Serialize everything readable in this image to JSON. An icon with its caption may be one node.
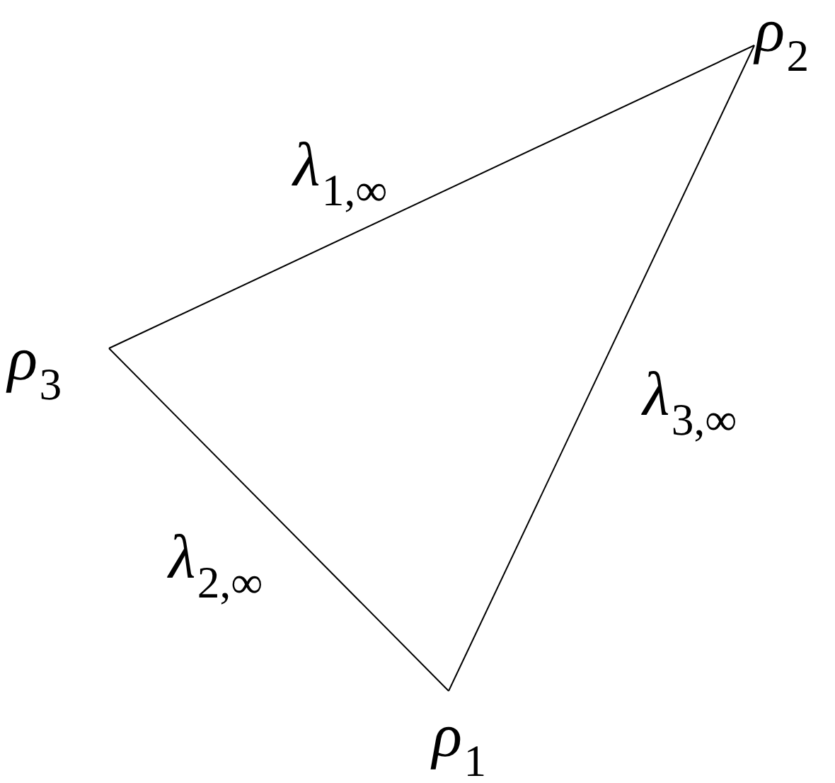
{
  "diagram": {
    "nodes": [
      {
        "text": [
          "ρ$_{2}$"
        ]
      },
      {
        "text": [
          "ρ$_{3}$"
        ]
      },
      {
        "text": [
          "ρ$_{1}$"
        ]
      }
    ],
    "edges": [
      {
        "from": 0,
        "to": 1,
        "arrow": "none",
        "label": "λ$_{1,∞}$"
      },
      {
        "from": 1,
        "to": 2,
        "arrow": "none",
        "label": "λ$_{2,∞}$"
      },
      {
        "from": 2,
        "to": 0,
        "arrow": "none",
        "label": "λ$_{3,∞}$"
      }
    ]
  }
}
